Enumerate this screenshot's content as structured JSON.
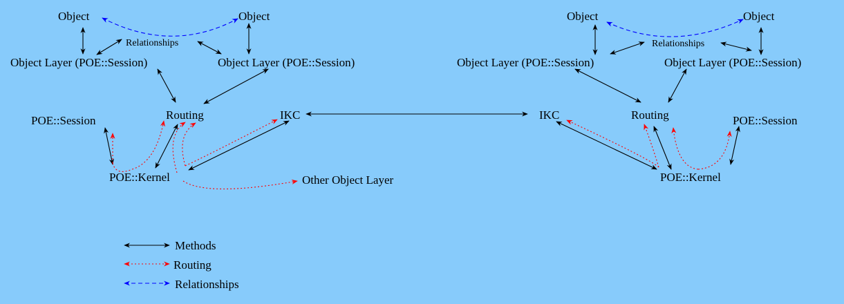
{
  "left": {
    "object_a": "Object",
    "object_b": "Object",
    "relationships": "Relationships",
    "object_layer_a": "Object Layer (POE::Session)",
    "object_layer_b": "Object Layer (POE::Session)",
    "routing": "Routing",
    "poe_session": "POE::Session",
    "ikc": "IKC",
    "poe_kernel": "POE::Kernel",
    "other_object_layer": "Other Object Layer"
  },
  "right": {
    "object_a": "Object",
    "object_b": "Object",
    "relationships": "Relationships",
    "object_layer_a": "Object Layer (POE::Session)",
    "object_layer_b": "Object Layer (POE::Session)",
    "routing": "Routing",
    "poe_session": "POE::Session",
    "ikc": "IKC",
    "poe_kernel": "POE::Kernel"
  },
  "legend": {
    "methods": "Methods",
    "routing": "Routing",
    "relationships": "Relationships"
  },
  "colors": {
    "background": "#87cbfb",
    "methods": "#000000",
    "routing": "#ff0000",
    "relationships": "#0000ff"
  }
}
